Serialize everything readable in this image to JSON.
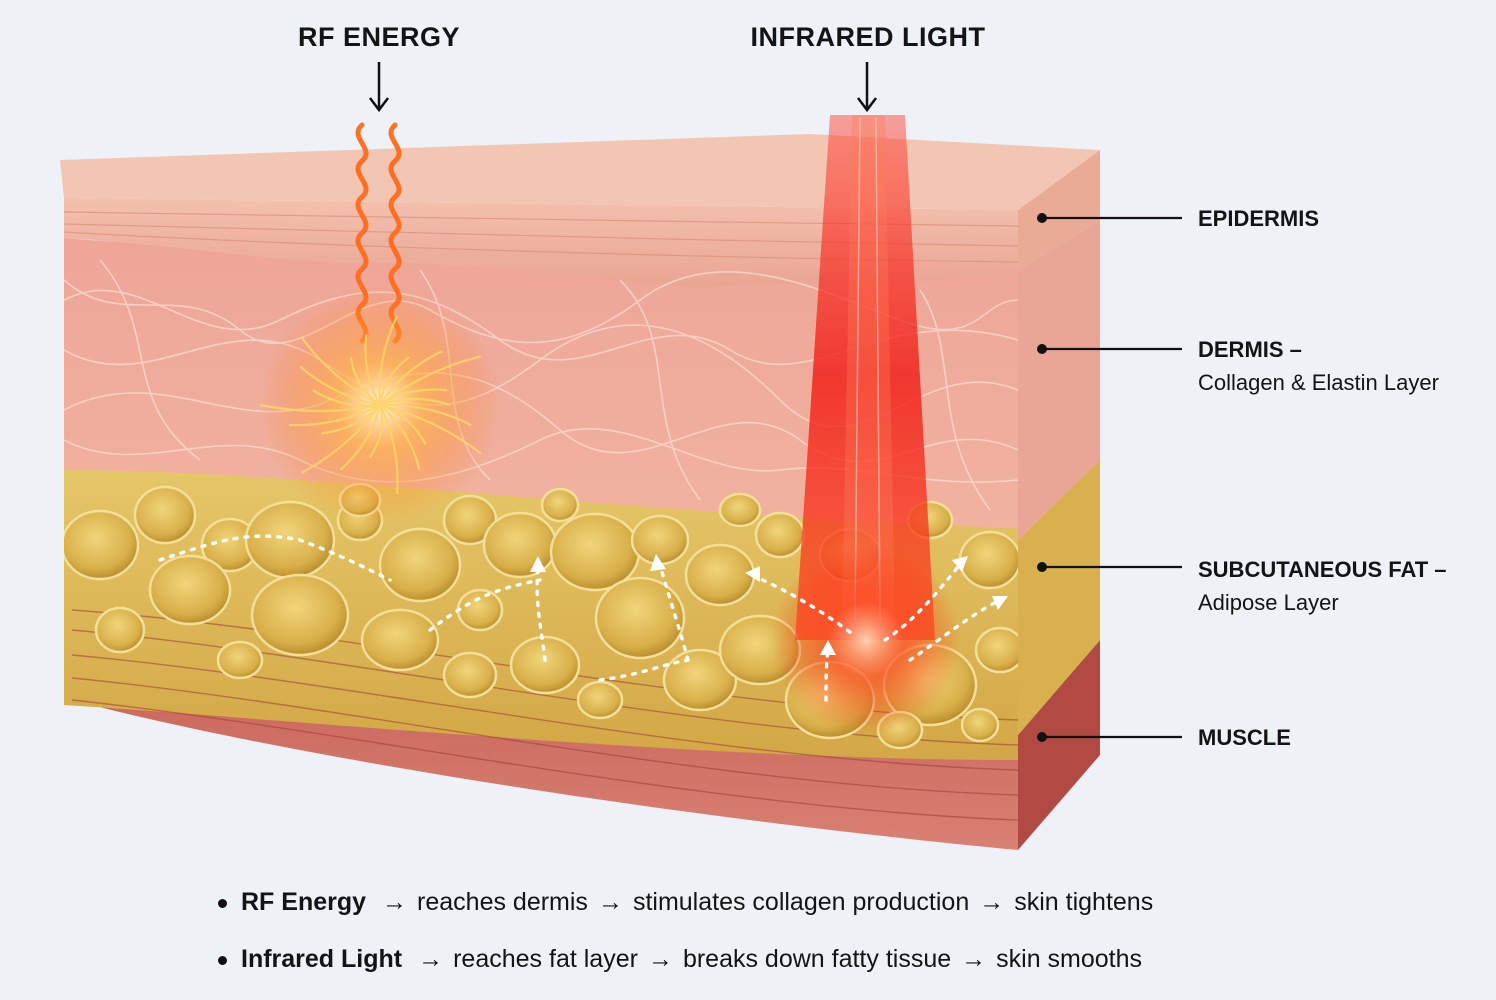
{
  "top_labels": {
    "rf": "RF ENERGY",
    "infrared": "INFRARED LIGHT"
  },
  "layers": [
    {
      "name": "EPIDERMIS",
      "desc": ""
    },
    {
      "name": "DERMIS –",
      "desc": "Collagen & Elastin Layer"
    },
    {
      "name": "SUBCUTANEOUS FAT –",
      "desc": "Adipose Layer"
    },
    {
      "name": "MUSCLE",
      "desc": ""
    }
  ],
  "legend": [
    {
      "term": "RF Energy",
      "steps": [
        "reaches dermis",
        "stimulates collagen production",
        "skin tightens"
      ]
    },
    {
      "term": "Infrared Light",
      "steps": [
        "reaches fat layer",
        "breaks down fatty tissue",
        "skin smooths"
      ]
    }
  ],
  "arrow_glyph": "→",
  "colors": {
    "background": "#eef1f6",
    "epidermis": "#eaa58f",
    "dermis": "#eba394",
    "fat": "#e0bc58",
    "muscle": "#b8504a",
    "rf_wave": "#ff6a1a",
    "infrared_beam": "#f0231c"
  }
}
